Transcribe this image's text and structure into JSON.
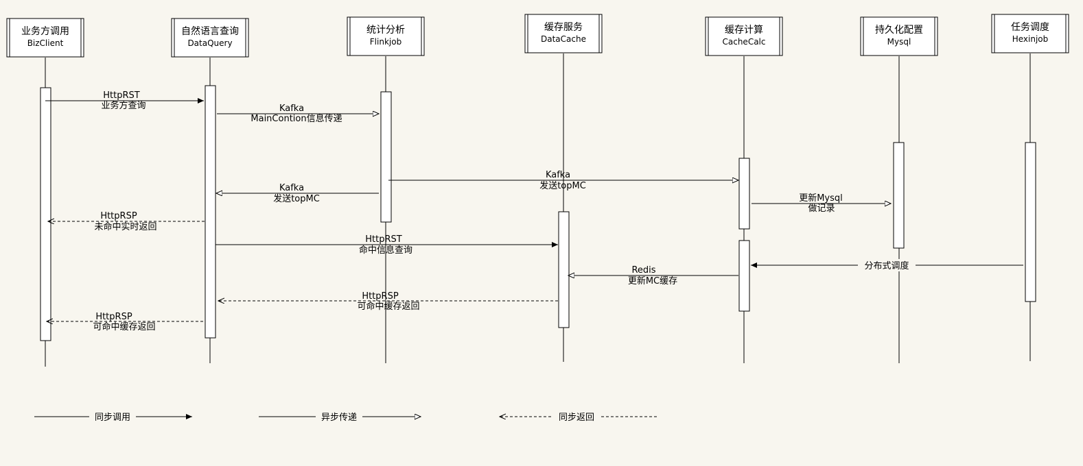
{
  "participants": [
    {
      "name": "业务方调用",
      "sub": "BizClient"
    },
    {
      "name": "自然语言查询",
      "sub": "DataQuery"
    },
    {
      "name": "统计分析",
      "sub": "Flinkjob"
    },
    {
      "name": "缓存服务",
      "sub": "DataCache"
    },
    {
      "name": "缓存计算",
      "sub": "CacheCalc"
    },
    {
      "name": "持久化配置",
      "sub": "Mysql"
    },
    {
      "name": "任务调度",
      "sub": "Hexinjob"
    }
  ],
  "messages": [
    {
      "l1": "HttpRST",
      "l2": "业务方查询",
      "kind": "sync"
    },
    {
      "l1": "Kafka",
      "l2": "MainContion信息传递",
      "kind": "async"
    },
    {
      "l1": "Kafka",
      "l2": "发送topMC",
      "kind": "async"
    },
    {
      "l1": "Kafka",
      "l2": "发送topMC",
      "kind": "async"
    },
    {
      "l1": "更新Mysql",
      "l2": "做记录",
      "kind": "async"
    },
    {
      "l1": "HttpRSP",
      "l2": "未命中实时返回",
      "kind": "return"
    },
    {
      "l1": "HttpRST",
      "l2": "命中信息查询",
      "kind": "sync"
    },
    {
      "l1": "",
      "l2": "分布式调度",
      "kind": "sync"
    },
    {
      "l1": "Redis",
      "l2": "更新MC缓存",
      "kind": "async"
    },
    {
      "l1": "HttpRSP",
      "l2": "可命中缓存返回",
      "kind": "return"
    },
    {
      "l1": "HttpRSP",
      "l2": "可命中缓存返回",
      "kind": "return"
    }
  ],
  "legend": [
    {
      "label": "同步调用",
      "kind": "sync"
    },
    {
      "label": "异步传递",
      "kind": "async"
    },
    {
      "label": "同步返回",
      "kind": "return"
    }
  ]
}
